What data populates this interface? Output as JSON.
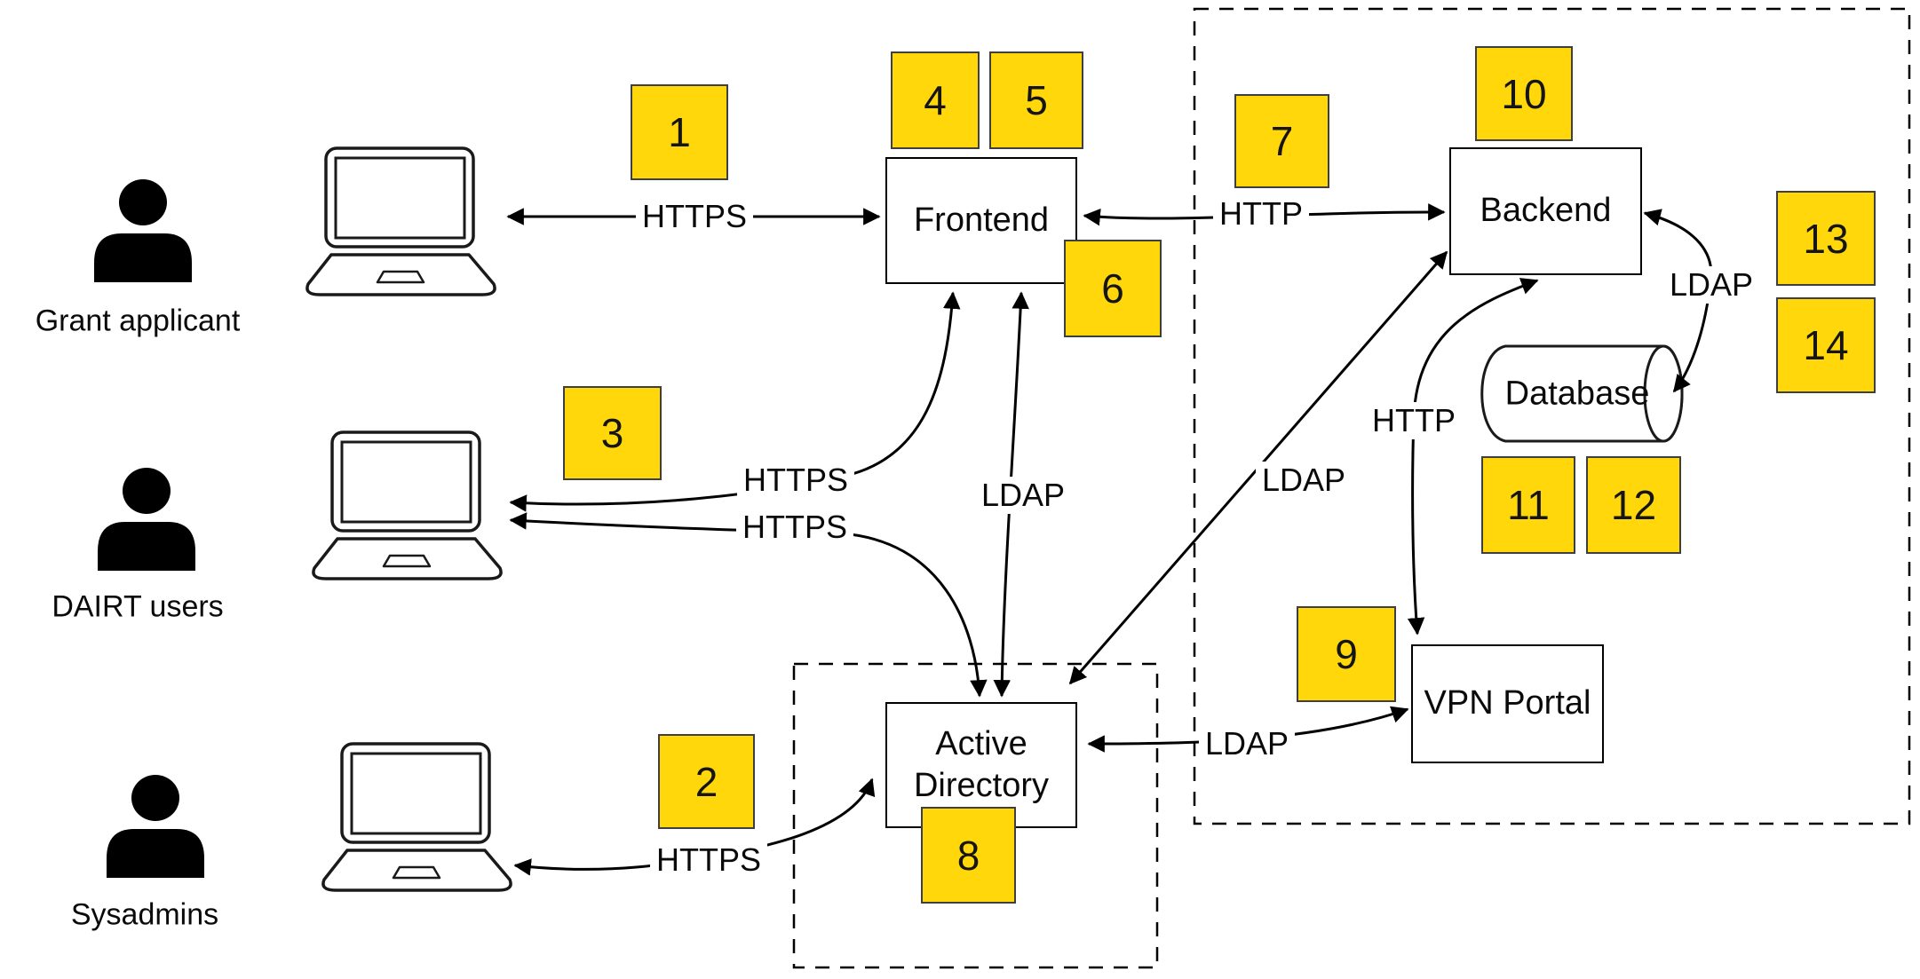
{
  "actors": [
    {
      "label": "Grant applicant"
    },
    {
      "label": "DAIRT users"
    },
    {
      "label": "Sysadmins"
    }
  ],
  "nodes": {
    "frontend": {
      "label": "Frontend"
    },
    "backend": {
      "label": "Backend"
    },
    "database": {
      "label": "Database"
    },
    "active_directory": {
      "label": "Active Directory"
    },
    "vpn_portal": {
      "label": "VPN Portal"
    }
  },
  "badges": [
    "1",
    "2",
    "3",
    "4",
    "5",
    "6",
    "7",
    "8",
    "9",
    "10",
    "11",
    "12",
    "13",
    "14"
  ],
  "edges": {
    "grant_frontend": {
      "label": "HTTPS"
    },
    "frontend_backend": {
      "label": "HTTP"
    },
    "dairt_frontend": {
      "label": "HTTPS"
    },
    "dairt_ad": {
      "label": "HTTPS"
    },
    "frontend_ad": {
      "label": "LDAP"
    },
    "backend_ad": {
      "label": "LDAP"
    },
    "backend_vpn": {
      "label": "HTTP"
    },
    "backend_db": {
      "label": "LDAP"
    },
    "vpn_ad": {
      "label": "LDAP"
    },
    "sysadmin_ad": {
      "label": "HTTPS"
    }
  },
  "colors": {
    "badge_fill": "#FFD70A",
    "badge_border": "#3F3F3F",
    "line": "#000000",
    "box_fill": "#FFFFFF",
    "box_border": "#000000",
    "background": "#FFFFFF"
  }
}
